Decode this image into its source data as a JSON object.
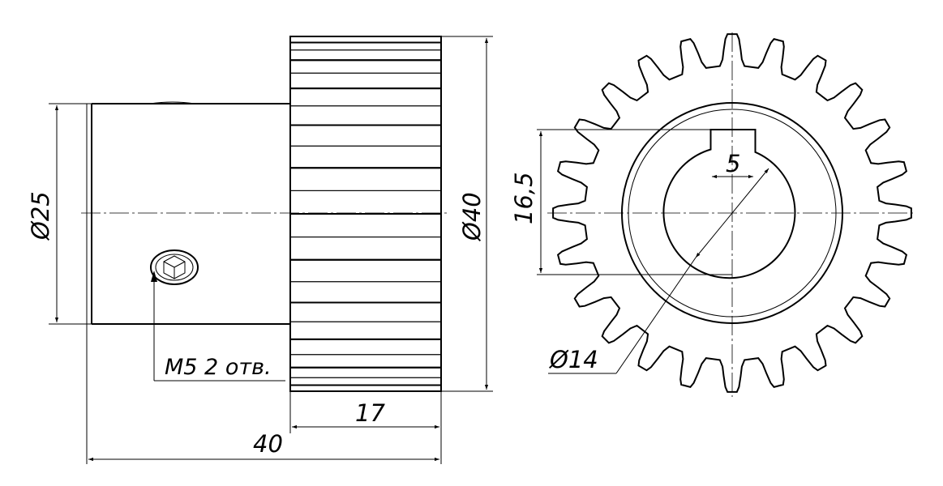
{
  "dimensions": {
    "shaft_diameter": "Ø25",
    "gear_outer_diameter": "Ø40",
    "gear_width": "17",
    "total_length": "40",
    "keyway_width": "5",
    "keyway_depth": "16,5",
    "bore_diameter": "Ø14"
  },
  "notes": {
    "set_screw": "M5 2 отв."
  },
  "gear": {
    "teeth": 24
  }
}
